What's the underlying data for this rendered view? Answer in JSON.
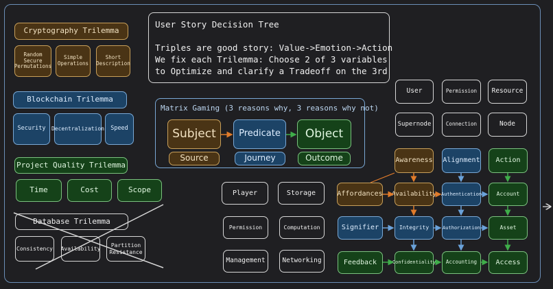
{
  "note": {
    "title": "User Story Decision Tree",
    "line1": "Triples are good story: Value->Emotion->Action",
    "line2": "We fix each Trilemma: Choose 2 of 3 variables",
    "line3": "to Optimize and clarify a Tradeoff on the 3rd"
  },
  "crypto": {
    "title": "Cryptography Trilemma",
    "items": [
      "Random Secure Permutations",
      "Simple Operations",
      "Short Description"
    ]
  },
  "blockchain": {
    "title": "Blockchain Trilemma",
    "items": [
      "Security",
      "Decentralization",
      "Speed"
    ]
  },
  "project": {
    "title": "Project Quality Trilemma",
    "items": [
      "Time",
      "Cost",
      "Scope"
    ]
  },
  "database": {
    "title": "Database Trilemma",
    "items": [
      "Consistency",
      "Availability",
      "Partition Resistance"
    ]
  },
  "matrix": {
    "title": "Matrix Gaming (3 reasons why, 3 reasons why not)",
    "top": [
      "Subject",
      "Predicate",
      "Object"
    ],
    "bottom": [
      "Source",
      "Journey",
      "Outcome"
    ]
  },
  "middle_grid": [
    "Player",
    "Storage",
    "Permission",
    "Computation",
    "Management",
    "Networking"
  ],
  "right_top_grid": [
    "User",
    "Permission",
    "Resource",
    "Supernode",
    "Connection",
    "Node"
  ],
  "tree": {
    "row1": [
      "Awareness",
      "Alignment",
      "Action"
    ],
    "row2": [
      "Affordances",
      "Availability",
      "Authentication",
      "Account"
    ],
    "row3": [
      "Signifier",
      "Integrity",
      "Authorization",
      "Asset"
    ],
    "row4": [
      "Feedback",
      "Confidentiality",
      "Accounting",
      "Access"
    ]
  },
  "colors": {
    "brown": "#4a3415",
    "blue": "#1c4366",
    "green": "#154219",
    "arrow_orange": "#e07b2a",
    "arrow_blue": "#6aa2da",
    "arrow_green": "#3fae4a"
  }
}
